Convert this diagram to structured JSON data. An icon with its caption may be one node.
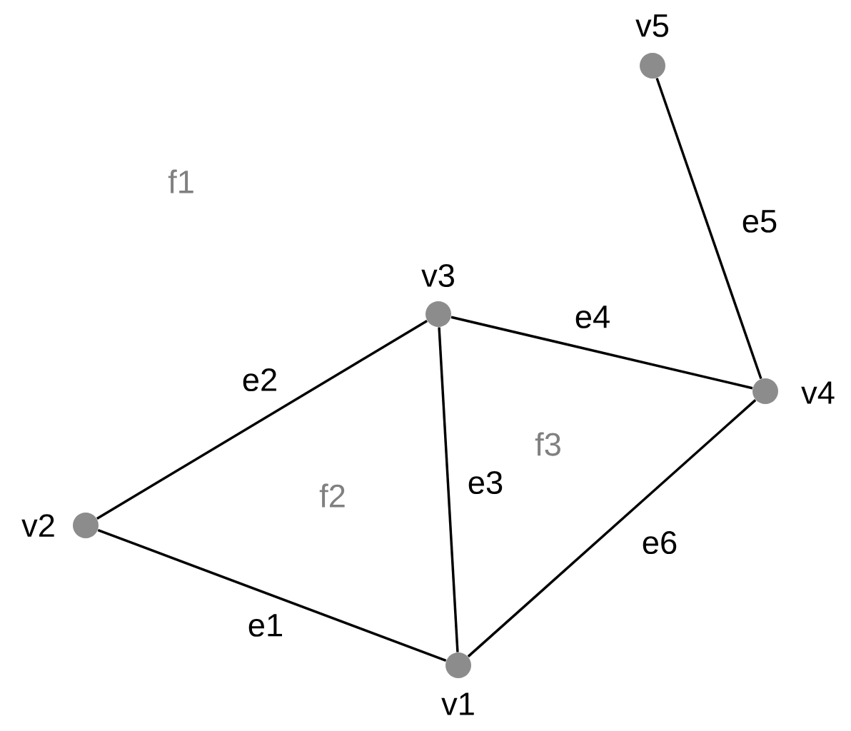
{
  "diagram": {
    "nodes": [
      {
        "text": [],
        "shape": "circle",
        "beside": [
          "v1"
        ]
      },
      {
        "text": [],
        "shape": "circle",
        "beside": [
          "v2"
        ]
      },
      {
        "text": [],
        "shape": "circle",
        "beside": [
          "v3"
        ]
      },
      {
        "text": [],
        "shape": "circle",
        "beside": [
          "v4"
        ]
      },
      {
        "text": [],
        "shape": "circle",
        "beside": [
          "v5"
        ]
      }
    ],
    "edges": [
      {
        "from": 1,
        "to": 0,
        "arrow": "none",
        "label": "e1"
      },
      {
        "from": 1,
        "to": 2,
        "arrow": "none",
        "label": "e2"
      },
      {
        "from": 2,
        "to": 0,
        "arrow": "none",
        "label": "e3"
      },
      {
        "from": 2,
        "to": 3,
        "arrow": "none",
        "label": "e4"
      },
      {
        "from": 4,
        "to": 3,
        "arrow": "none",
        "label": "e5"
      },
      {
        "from": 0,
        "to": 3,
        "arrow": "none",
        "label": "e6"
      }
    ],
    "labels": [
      "f1",
      "f2",
      "f3"
    ]
  }
}
